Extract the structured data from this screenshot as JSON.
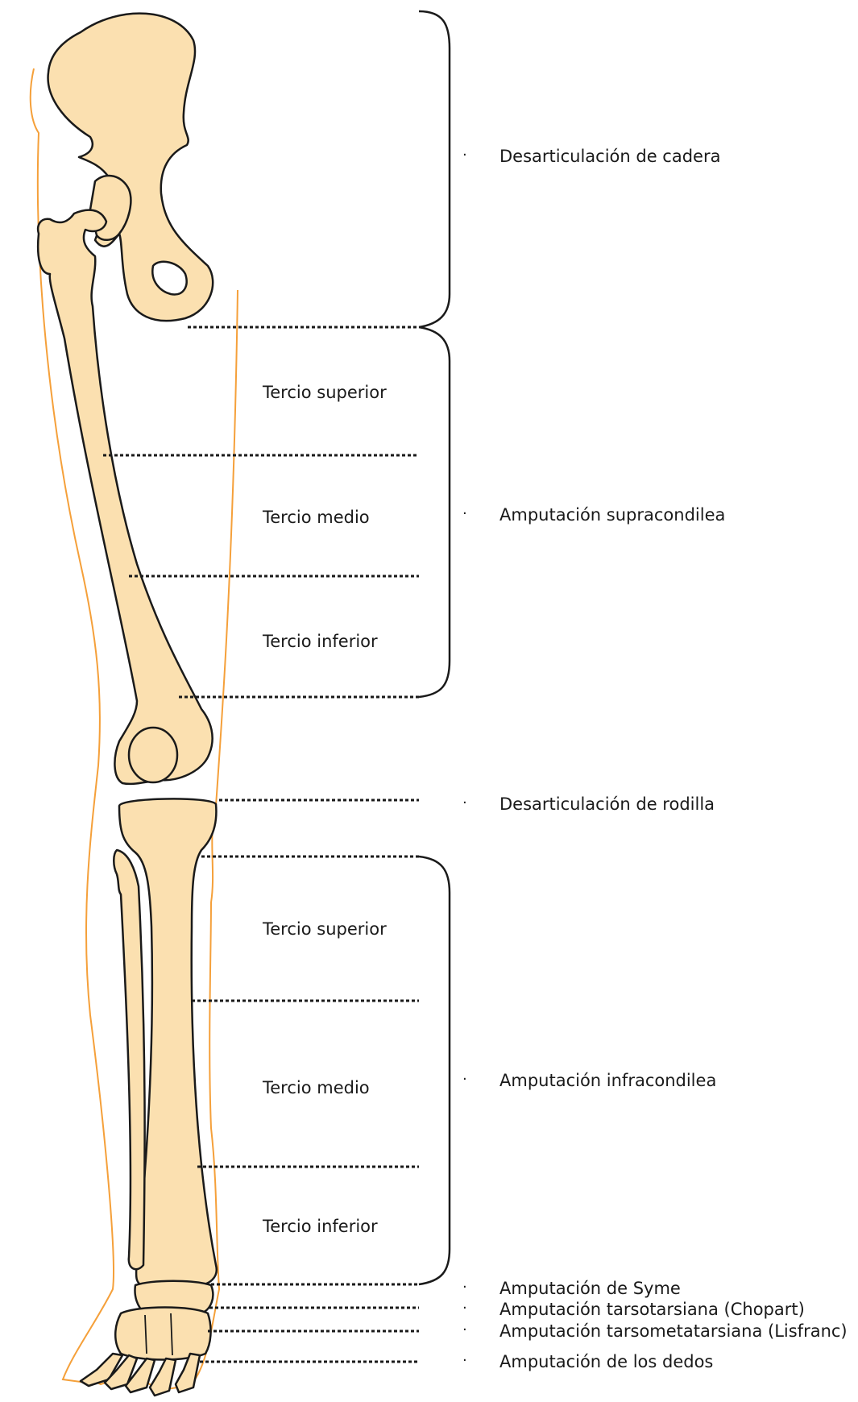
{
  "colors": {
    "bone_fill": "#fbe0b0",
    "bone_stroke": "#1a1a1a",
    "skin_outline": "#f5a03a",
    "text": "#1a1a1a"
  },
  "thirds": {
    "supra_superior": "Tercio superior",
    "supra_medio": "Tercio medio",
    "supra_inferior": "Tercio inferior",
    "infra_superior": "Tercio superior",
    "infra_medio": "Tercio medio",
    "infra_inferior": "Tercio inferior"
  },
  "bullet_symbol": "·",
  "levels": {
    "hip": "Desarticulación de cadera",
    "supracondylar": "Amputación supracondilea",
    "knee": "Desarticulación de rodilla",
    "infracondylar": "Amputación infracondilea",
    "syme": "Amputación de Syme",
    "chopart": "Amputación tarsotarsiana (Chopart)",
    "lisfranc": "Amputación tarsometatarsiana (Lisfranc)",
    "toes": "Amputación de los dedos"
  }
}
